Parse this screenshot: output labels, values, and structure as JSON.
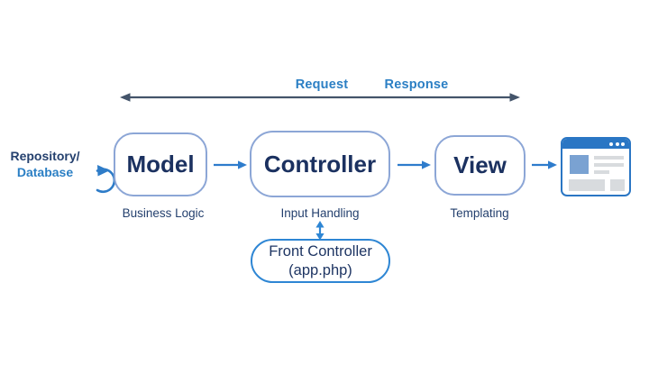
{
  "top_span": {
    "request_label": "Request",
    "response_label": "Response"
  },
  "datasource": {
    "line1": "Repository/",
    "line2": "Database"
  },
  "nodes": [
    {
      "id": "model",
      "label": "Model",
      "sublabel": "Business Logic"
    },
    {
      "id": "controller",
      "label": "Controller",
      "sublabel": "Input Handling"
    },
    {
      "id": "view",
      "label": "View",
      "sublabel": "Templating"
    }
  ],
  "front_controller": {
    "line1": "Front Controller",
    "line2": "(app.php)"
  },
  "icons": {
    "browser": "browser-window-icon",
    "repository_loop": "circular-arrow-icon"
  },
  "colors": {
    "navy_text": "#1e3563",
    "blue_text": "#2b7fc4",
    "node_border": "#8ca6d6",
    "accent_arrow": "#2e7ccc",
    "span_arrow": "#44546a",
    "front_controller_border": "#2e86d4",
    "browser_blue": "#2a76c4",
    "browser_image_blue": "#7aa2d2",
    "browser_gray": "#d8dbde",
    "background": "#ffffff"
  }
}
